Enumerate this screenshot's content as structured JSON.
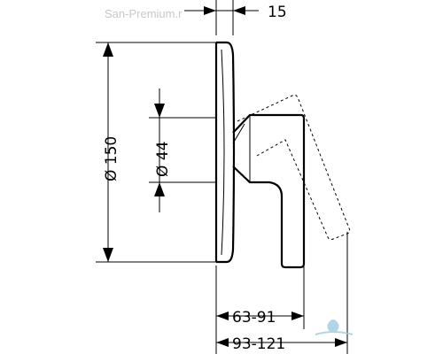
{
  "watermark": {
    "text": "San-Premium.r",
    "logo_icon": "water-drop-logo-icon"
  },
  "dimensions": {
    "wall_offset": "15",
    "outer_diameter": "Ø 150",
    "inner_diameter": "Ø 44",
    "handle_projection": "63-91",
    "total_projection": "93-121"
  },
  "colors": {
    "line": "#000000",
    "watermark": "#c8c8c8",
    "logo": "#9ecae1"
  }
}
